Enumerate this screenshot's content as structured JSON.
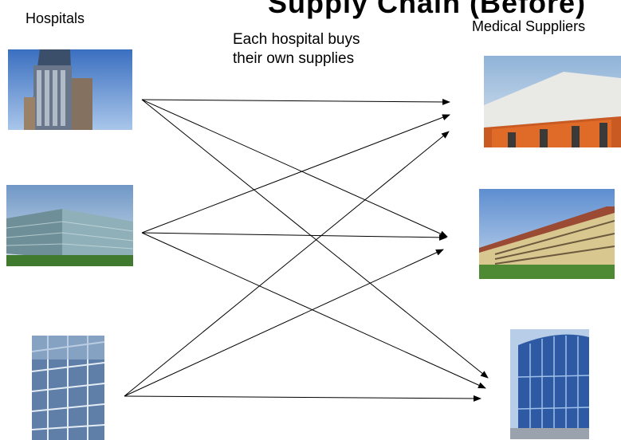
{
  "title_fragment": "Supply Chain (Before)",
  "labels": {
    "hospitals": "Hospitals",
    "suppliers": "Medical Suppliers",
    "note_line1": "Each hospital buys",
    "note_line2": "their own supplies"
  },
  "diagram": {
    "hospitals": [
      "hospital-1",
      "hospital-2",
      "hospital-3"
    ],
    "suppliers": [
      "supplier-1",
      "supplier-2",
      "supplier-3"
    ],
    "connections": [
      [
        "hospital-1",
        "supplier-1"
      ],
      [
        "hospital-1",
        "supplier-2"
      ],
      [
        "hospital-1",
        "supplier-3"
      ],
      [
        "hospital-2",
        "supplier-1"
      ],
      [
        "hospital-2",
        "supplier-2"
      ],
      [
        "hospital-2",
        "supplier-3"
      ],
      [
        "hospital-3",
        "supplier-1"
      ],
      [
        "hospital-3",
        "supplier-2"
      ],
      [
        "hospital-3",
        "supplier-3"
      ]
    ]
  }
}
